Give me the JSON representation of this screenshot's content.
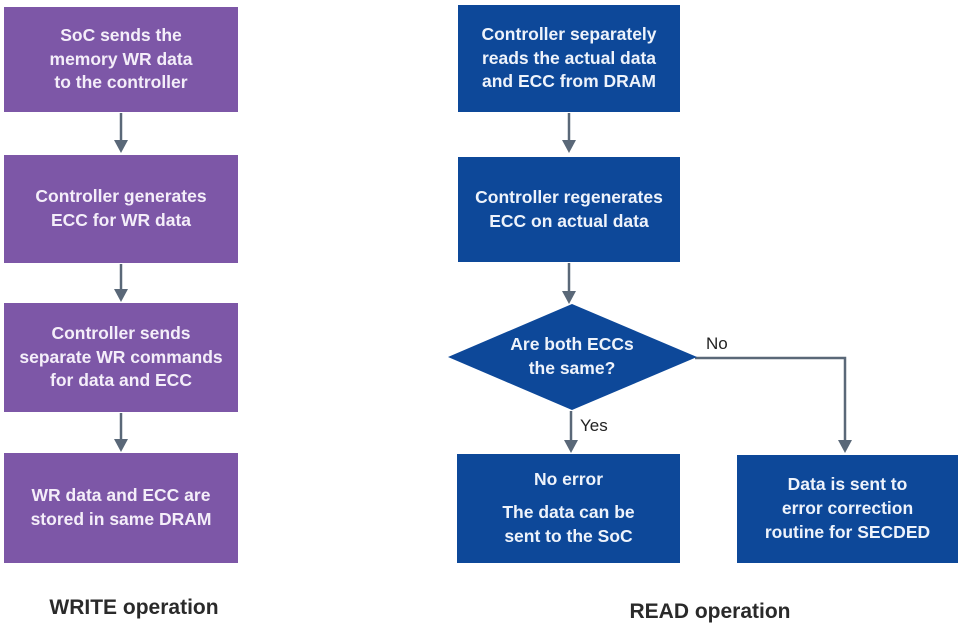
{
  "colors": {
    "write_box": "#7d57a7",
    "read_box": "#0d4899",
    "arrow": "#5a6878",
    "caption_text": "#2a2a2a",
    "box_text": "#f4eef9"
  },
  "write_column": {
    "steps": [
      {
        "text": "SoC sends the\nmemory WR data\nto the controller"
      },
      {
        "text": "Controller generates\nECC for WR data"
      },
      {
        "text": "Controller sends\nseparate WR commands\nfor data and ECC"
      },
      {
        "text": "WR data and ECC are\nstored in same DRAM"
      }
    ],
    "caption": "WRITE operation"
  },
  "read_column": {
    "steps": [
      {
        "text": "Controller separately\nreads the actual data\nand ECC from DRAM"
      },
      {
        "text": "Controller regenerates\nECC on actual data"
      }
    ],
    "decision": {
      "text": "Are both ECCs\nthe same?",
      "yes_label": "Yes",
      "no_label": "No"
    },
    "yes_box": {
      "line1": "No error",
      "line2": "The data can be\nsent to the SoC"
    },
    "no_box": {
      "text": "Data is sent to\nerror correction\nroutine for SECDED"
    },
    "caption": "READ operation"
  }
}
